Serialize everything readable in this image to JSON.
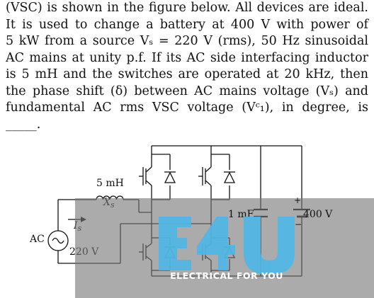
{
  "question": {
    "lines": [
      "(VSC) is shown in the figure below. All devices are ideal.",
      "It is used to change a battery at 400 V with power of",
      "5 kW from a source Vₛ = 220 V (rms), 50 Hz sinusoidal",
      "AC mains at unity p.f. If its AC side interfacing inductor",
      "is 5 mH and the switches are operated at 20 kHz, then",
      "the phase shift (δ) between AC mains voltage (Vₛ) and",
      "fundamental AC rms VSC voltage (Vᶜ₁), in degree, is",
      "_____."
    ]
  },
  "circuit": {
    "inductor_label": "5 mH",
    "reactance_label": "X",
    "reactance_sub": "s",
    "current_label": "I",
    "current_sub": "s",
    "source_label": "AC",
    "source_voltage": "220 V",
    "capacitor_label": "1 mF",
    "battery_label": "400 V",
    "battery_plus": "+",
    "battery_minus": "−"
  },
  "watermark": {
    "logo": "E4U",
    "tagline": "ELECTRICAL FOR YOU",
    "logo_color": "#4fb7e6"
  }
}
